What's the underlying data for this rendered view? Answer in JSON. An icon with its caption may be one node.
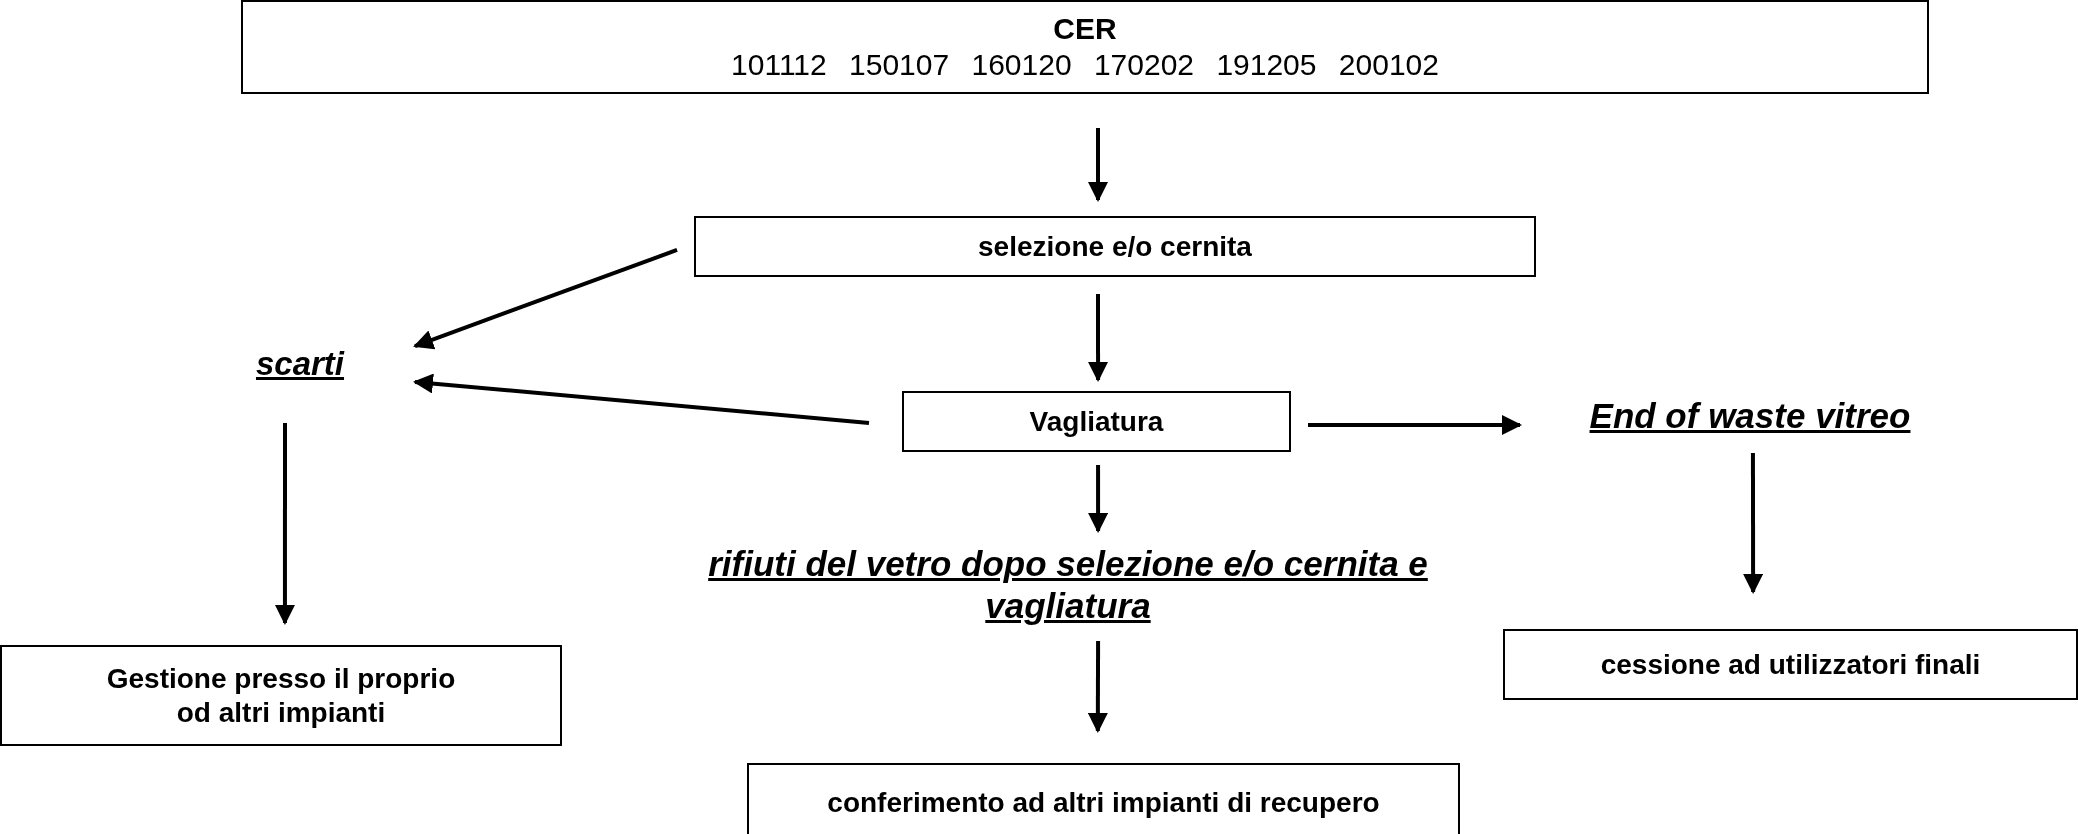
{
  "diagram": {
    "nodes": [
      {
        "text": [
          "CER",
          "101112 150107 160120 170202 191205 200102"
        ]
      },
      {
        "text": [
          "selezione e/o cernita"
        ]
      },
      {
        "text": [
          "scarti"
        ]
      },
      {
        "text": [
          "Vagliatura"
        ]
      },
      {
        "text": [
          "End of waste vitreo"
        ]
      },
      {
        "text": [
          "rifiuti del vetro dopo selezione e/o cernita e vagliatura"
        ]
      },
      {
        "text": [
          "Gestione presso il proprio od altri impianti"
        ]
      },
      {
        "text": [
          "cessione ad utilizzatori finali"
        ]
      },
      {
        "text": [
          "conferimento ad altri impianti di recupero"
        ]
      }
    ],
    "edges": [
      {
        "from": 0,
        "to": 1,
        "arrow": "to"
      },
      {
        "from": 1,
        "to": 2,
        "arrow": "to"
      },
      {
        "from": 1,
        "to": 3,
        "arrow": "to"
      },
      {
        "from": 3,
        "to": 2,
        "arrow": "to"
      },
      {
        "from": 3,
        "to": 4,
        "arrow": "to"
      },
      {
        "from": 3,
        "to": 5,
        "arrow": "to"
      },
      {
        "from": 2,
        "to": 6,
        "arrow": "to"
      },
      {
        "from": 4,
        "to": 7,
        "arrow": "to"
      },
      {
        "from": 5,
        "to": 8,
        "arrow": "to"
      }
    ]
  }
}
